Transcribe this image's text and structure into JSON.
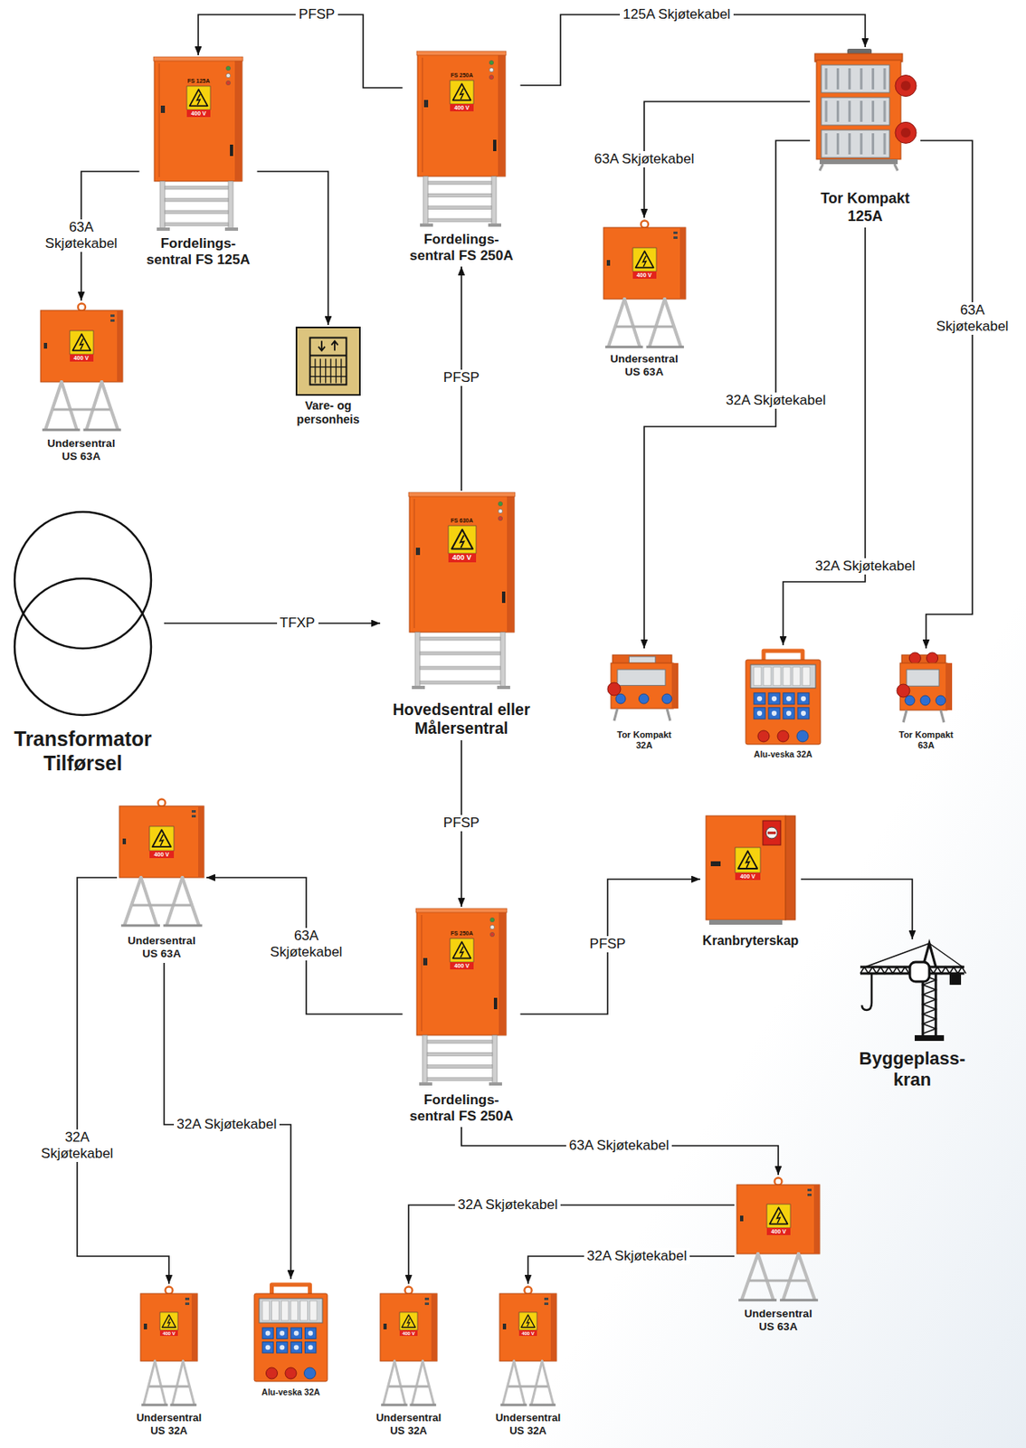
{
  "diagram": {
    "nodes": [
      {
        "text": [
          "Fordelings- sentral FS 125A"
        ]
      },
      {
        "text": [
          "Fordelings- sentral FS 250A"
        ]
      },
      {
        "text": [
          "Tor Kompakt 125A"
        ]
      },
      {
        "text": [
          "Undersentral US 63A"
        ]
      },
      {
        "text": [
          "Undersentral US 63A"
        ]
      },
      {
        "text": [
          "Vare- og personheis"
        ]
      },
      {
        "text": [
          "Transformator Tilførsel"
        ]
      },
      {
        "text": [
          "Hovedsentral eller Målersentral"
        ]
      },
      {
        "text": [
          "Tor Kompakt 32A"
        ]
      },
      {
        "text": [
          "Alu-veska 32A"
        ]
      },
      {
        "text": [
          "Tor Kompakt 63A"
        ]
      },
      {
        "text": [
          "Undersentral US 63A"
        ]
      },
      {
        "text": [
          "Kranbryterskap"
        ]
      },
      {
        "text": [
          "Byggeplass- kran"
        ]
      },
      {
        "text": [
          "Fordelings- sentral FS 250A"
        ]
      },
      {
        "text": [
          "Undersentral US 63A"
        ]
      },
      {
        "text": [
          "Undersentral US 32A"
        ]
      },
      {
        "text": [
          "Alu-veska 32A"
        ]
      },
      {
        "text": [
          "Undersentral US 32A"
        ]
      },
      {
        "text": [
          "Undersentral US 32A"
        ]
      }
    ],
    "edges": [
      {
        "from": 6,
        "to": 7,
        "label": "TFXP",
        "arrow": "to"
      },
      {
        "from": 7,
        "to": 1,
        "label": "PFSP",
        "arrow": "to"
      },
      {
        "from": 7,
        "to": 14,
        "label": "PFSP",
        "arrow": "to"
      },
      {
        "from": 1,
        "to": 0,
        "label": "PFSP",
        "arrow": "to"
      },
      {
        "from": 1,
        "to": 2,
        "label": "125A Skjøtekabel",
        "arrow": "to"
      },
      {
        "from": 0,
        "to": 4,
        "label": "63A Skjøtekabel",
        "arrow": "to"
      },
      {
        "from": 0,
        "to": 5,
        "arrow": "to"
      },
      {
        "from": 2,
        "to": 3,
        "label": "63A Skjøtekabel",
        "arrow": "to"
      },
      {
        "from": 2,
        "to": 8,
        "label": "32A Skjøtekabel",
        "arrow": "to"
      },
      {
        "from": 2,
        "to": 9,
        "label": "32A Skjøtekabel",
        "arrow": "to"
      },
      {
        "from": 2,
        "to": 10,
        "label": "63A Skjøtekabel",
        "arrow": "to"
      },
      {
        "from": 14,
        "to": 11,
        "label": "63A Skjøtekabel",
        "arrow": "to"
      },
      {
        "from": 14,
        "to": 12,
        "label": "PFSP",
        "arrow": "to"
      },
      {
        "from": 12,
        "to": 13,
        "arrow": "to"
      },
      {
        "from": 14,
        "to": 15,
        "label": "63A Skjøtekabel",
        "arrow": "to"
      },
      {
        "from": 11,
        "to": 16,
        "label": "32A Skjøtekabel",
        "arrow": "to"
      },
      {
        "from": 11,
        "to": 17,
        "label": "32A Skjøtekabel",
        "arrow": "to"
      },
      {
        "from": 15,
        "to": 18,
        "label": "32A Skjøtekabel",
        "arrow": "to"
      },
      {
        "from": 15,
        "to": 19,
        "label": "32A Skjøtekabel",
        "arrow": "to"
      }
    ],
    "labels": [
      "FS 125A",
      "400 V",
      "FS 250A",
      "400 V",
      "400 V",
      "400 V",
      "FS 630A",
      "400 V",
      "400 V",
      "400 V",
      "FS 250A",
      "400 V",
      "400 V",
      "400 V",
      "400 V",
      "400 V"
    ]
  }
}
